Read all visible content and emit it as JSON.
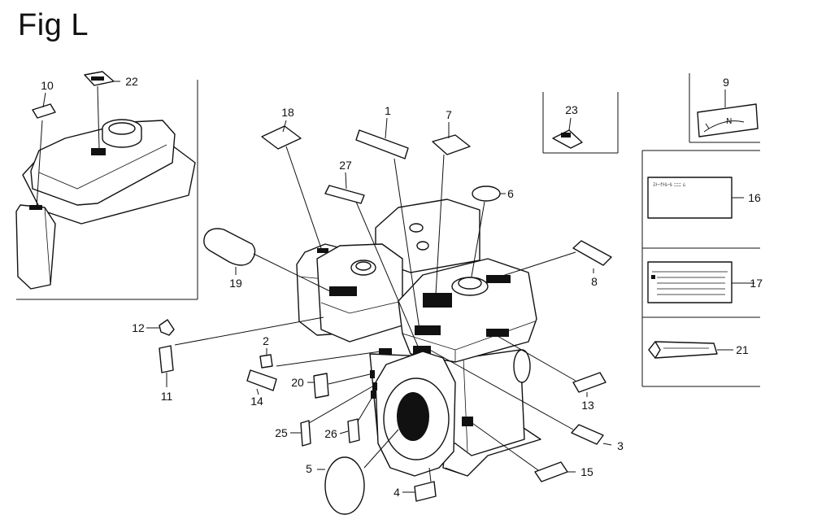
{
  "figure": {
    "title": "Fig L"
  },
  "callouts": [
    {
      "id": "c1",
      "text": "1"
    },
    {
      "id": "c2",
      "text": "2"
    },
    {
      "id": "c3",
      "text": "3"
    },
    {
      "id": "c4",
      "text": "4"
    },
    {
      "id": "c5",
      "text": "5"
    },
    {
      "id": "c6",
      "text": "6"
    },
    {
      "id": "c7",
      "text": "7"
    },
    {
      "id": "c8",
      "text": "8"
    },
    {
      "id": "c9",
      "text": "9"
    },
    {
      "id": "c10",
      "text": "10"
    },
    {
      "id": "c11",
      "text": "11"
    },
    {
      "id": "c12",
      "text": "12"
    },
    {
      "id": "c13",
      "text": "13"
    },
    {
      "id": "c14",
      "text": "14"
    },
    {
      "id": "c15",
      "text": "15"
    },
    {
      "id": "c16",
      "text": "16"
    },
    {
      "id": "c17",
      "text": "17"
    },
    {
      "id": "c18",
      "text": "18"
    },
    {
      "id": "c19",
      "text": "19"
    },
    {
      "id": "c20",
      "text": "20"
    },
    {
      "id": "c21",
      "text": "21"
    },
    {
      "id": "c22",
      "text": "22"
    },
    {
      "id": "c23",
      "text": "23"
    },
    {
      "id": "c25",
      "text": "25"
    },
    {
      "id": "c26",
      "text": "26"
    },
    {
      "id": "c27",
      "text": "27"
    }
  ],
  "label16_text": "ｽﾄｰｸﾄﾙｰﾙ ﾆﾆﾆ ﾑ"
}
